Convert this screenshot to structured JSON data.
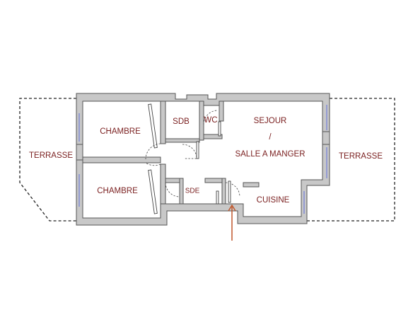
{
  "rooms": {
    "chambre_top": "CHAMBRE",
    "chambre_bottom": "CHAMBRE",
    "sdb": "SDB",
    "wc": "WC",
    "sde": "SDE",
    "sejour_line1": "SEJOUR",
    "sejour_line2": "/",
    "sejour_line3": "SALLE A MANGER",
    "cuisine": "CUISINE",
    "terrasse_left": "TERRASSE",
    "terrasse_right": "TERRASSE"
  },
  "colors": {
    "label": "#7a1f1f",
    "wall_fill": "#c8c8c8",
    "wall_stroke": "#555555",
    "window": "#7d88d6",
    "entry_arrow": "#c0562b"
  }
}
